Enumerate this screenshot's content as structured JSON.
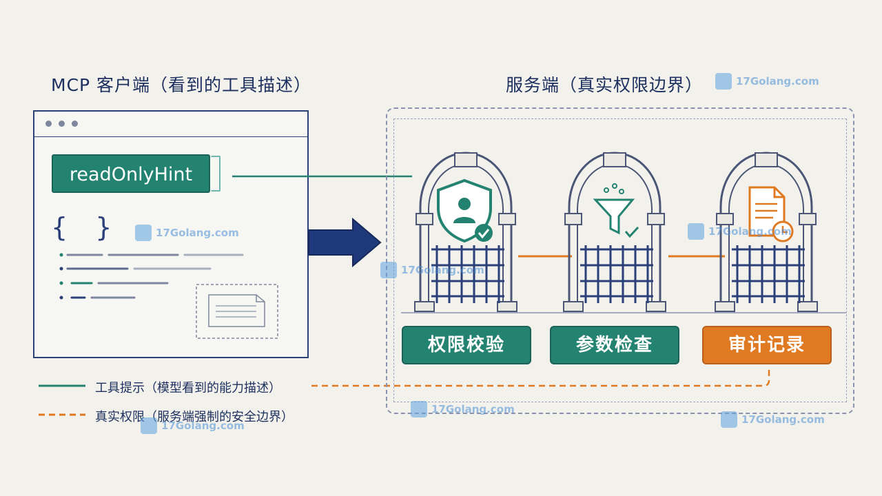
{
  "client": {
    "title": "MCP 客户端（看到的工具描述）",
    "hint_label": "readOnlyHint",
    "braces": "{ }"
  },
  "server": {
    "title": "服务端（真实权限边界）",
    "gates": [
      {
        "label": "权限校验",
        "icon": "shield-user-check-icon",
        "color": "#248271"
      },
      {
        "label": "参数检查",
        "icon": "funnel-check-icon",
        "color": "#248271"
      },
      {
        "label": "审计记录",
        "icon": "document-clock-icon",
        "color": "#df7a22"
      }
    ]
  },
  "legend": {
    "tool_hint": "工具提示（模型看到的能力描述）",
    "real_permission": "真实权限（服务端强制的安全边界）"
  },
  "colors": {
    "navy": "#1c2f5e",
    "teal": "#248271",
    "orange": "#df7a22",
    "background": "#f2f1ec"
  },
  "watermark": {
    "text": "17Golang.com",
    "icon": "17golang-logo-icon"
  }
}
